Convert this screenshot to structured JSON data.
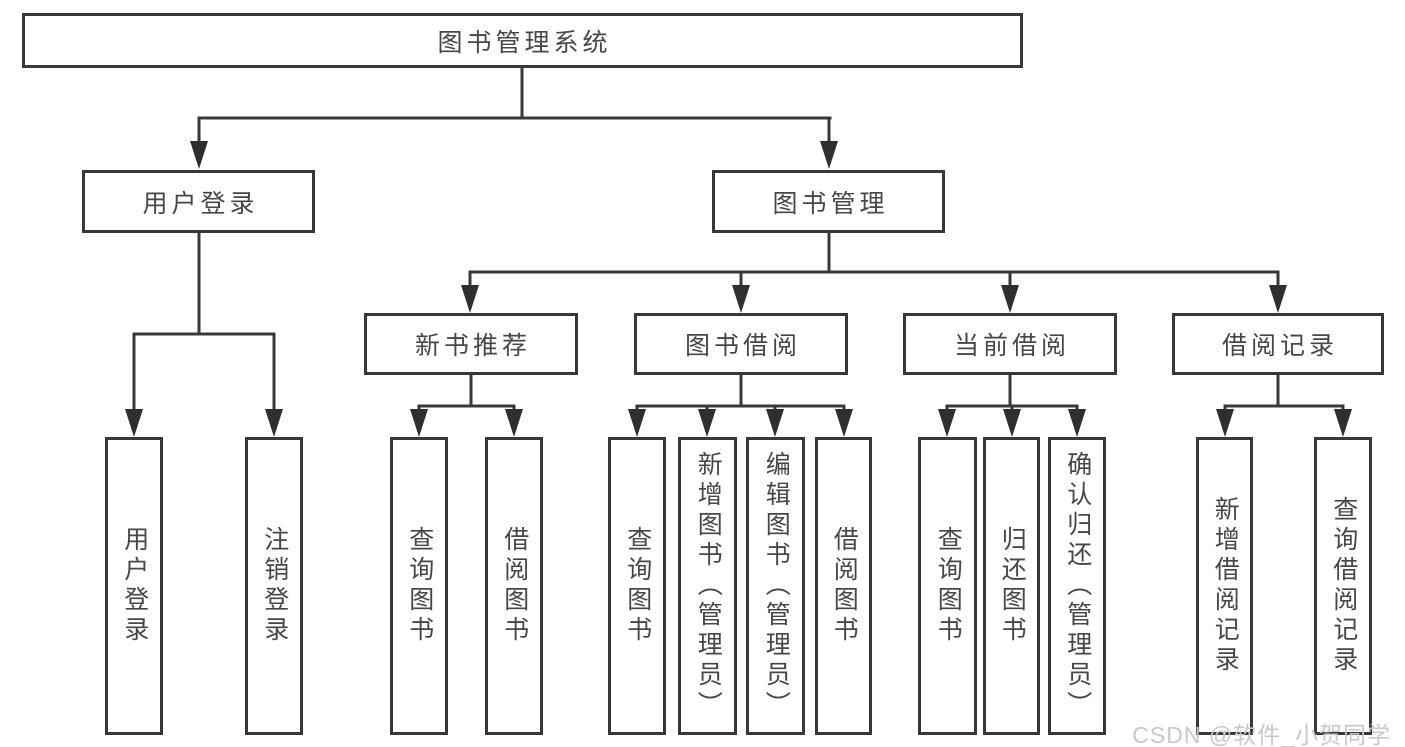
{
  "page": {
    "background": "#ffffff"
  },
  "colors": {
    "line": "#383838",
    "box_border": "#383838",
    "text": "#474747",
    "watermark": "#c8c8c8"
  },
  "diagram": {
    "type": "tree",
    "root": {
      "label": "图书管理系统"
    },
    "branches": [
      {
        "label": "用户登录",
        "children": [
          "用户登录",
          "注销登录"
        ]
      },
      {
        "label": "图书管理",
        "children": [
          {
            "label": "新书推荐",
            "children": [
              "查询图书",
              "借阅图书"
            ]
          },
          {
            "label": "图书借阅",
            "children": [
              "查询图书",
              "新增图书（管理员）",
              "编辑图书（管理员）",
              "借阅图书"
            ]
          },
          {
            "label": "当前借阅",
            "children": [
              "查询图书",
              "归还图书",
              "确认归还（管理员）"
            ]
          },
          {
            "label": "借阅记录",
            "children": [
              "新增借阅记录",
              "查询借阅记录"
            ]
          }
        ]
      }
    ]
  },
  "watermark": {
    "text": "CSDN @软件_小贺同学"
  }
}
